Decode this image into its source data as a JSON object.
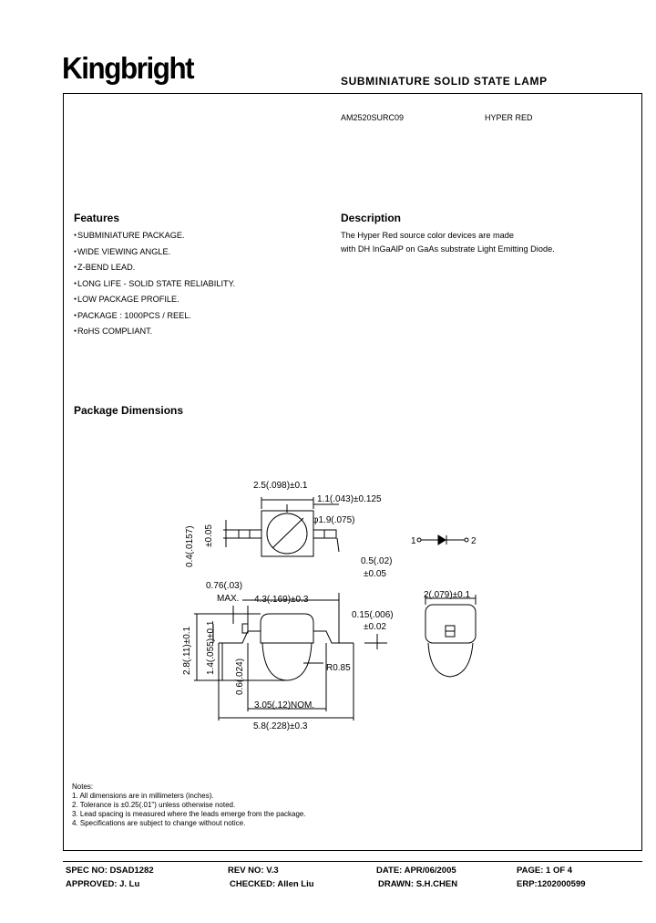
{
  "header": {
    "brand": "Kingbright",
    "doc_title": "SUBMINIATURE SOLID STATE  LAMP",
    "part_number": "AM2520SURC09",
    "color": "HYPER  RED"
  },
  "features": {
    "heading": "Features",
    "items": [
      "SUBMINIATURE  PACKAGE.",
      "WIDE  VIEWING  ANGLE.",
      "Z-BEND  LEAD.",
      "LONG  LIFE - SOLID STATE  RELIABILITY.",
      "LOW  PACKAGE  PROFILE.",
      "PACKAGE : 1000PCS / REEL.",
      "RoHS COMPLIANT."
    ]
  },
  "description": {
    "heading": "Description",
    "lines": [
      "The Hyper Red source color devices are made",
      "with DH InGaAlP on GaAs substrate Light Emitting Diode."
    ]
  },
  "package": {
    "heading": "Package Dimensions",
    "dims": {
      "top_width": "2.5(.098)±0.1",
      "lens_offset": "1.1(.043)±0.125",
      "lens_dia": "φ1.9(.075)",
      "lead_thick": "0.4(.0157)",
      "lead_thick_tol": "±0.05",
      "lead_width": "0.5(.02)",
      "lead_width_tol": "±0.05",
      "max_dim": "0.76(.03)",
      "max_label": "MAX.",
      "body_len": "4.3(.169)±0.3",
      "lead_t": "0.15(.006)",
      "lead_t_tol": "±0.02",
      "height": "2.8(.11)±0.1",
      "body_h": "1.4(.055)±0.1",
      "dome_h": "0.6(.024)",
      "radius": "R0.85",
      "pitch": "3.05(.12)NOM.",
      "overall": "5.8(.228)±0.3",
      "side_width": "2(.079)±0.1",
      "pin1": "1",
      "pin2": "2"
    }
  },
  "notes": {
    "title": "Notes:",
    "items": [
      "1. All dimensions are in millimeters (inches).",
      "2. Tolerance is ±0.25(.01\") unless otherwise noted.",
      "3. Lead spacing is measured where the leads emerge from the package.",
      "4. Specifications are subject to change without notice."
    ]
  },
  "footer": {
    "spec_no": "SPEC NO: DSAD1282",
    "rev_no": "REV NO: V.3",
    "date": "DATE: APR/06/2005",
    "page": "PAGE:  1 OF 4",
    "approved": "APPROVED:  J. Lu",
    "checked": "CHECKED: Allen Liu",
    "drawn": "DRAWN:  S.H.CHEN",
    "erp": "ERP:1202000599"
  }
}
